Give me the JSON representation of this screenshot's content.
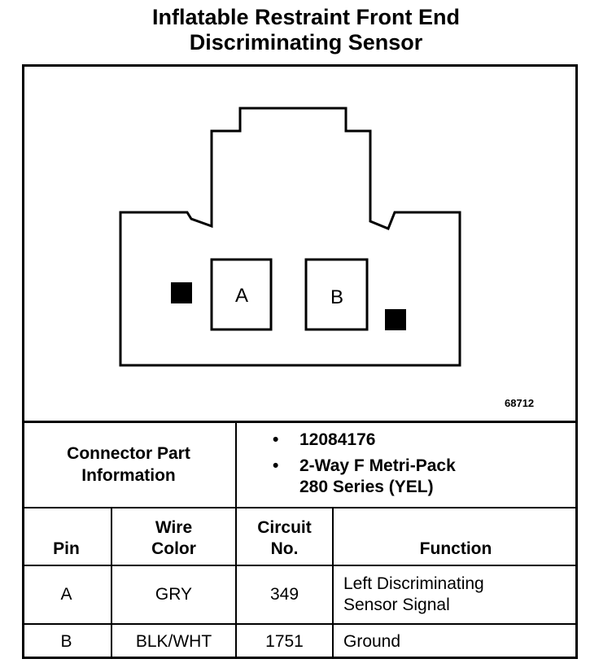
{
  "title": {
    "line1": "Inflatable Restraint Front End",
    "line2": "Discriminating Sensor"
  },
  "diagram": {
    "pin_a_label": "A",
    "pin_b_label": "B",
    "figure_number": "68712"
  },
  "connector": {
    "label_line1": "Connector Part",
    "label_line2": "Information",
    "bullet": "•",
    "part_number": "12084176",
    "desc_line1": "2-Way F Metri-Pack",
    "desc_line2": "280 Series (YEL)"
  },
  "table": {
    "headers": {
      "pin": "Pin",
      "wire_line1": "Wire",
      "wire_line2": "Color",
      "circuit_line1": "Circuit",
      "circuit_line2": "No.",
      "function": "Function"
    },
    "rows": [
      {
        "pin": "A",
        "wire": "GRY",
        "circuit": "349",
        "function_line1": "Left Discriminating",
        "function_line2": "Sensor Signal"
      },
      {
        "pin": "B",
        "wire": "BLK/WHT",
        "circuit": "1751",
        "function_line1": "Ground",
        "function_line2": ""
      }
    ]
  }
}
